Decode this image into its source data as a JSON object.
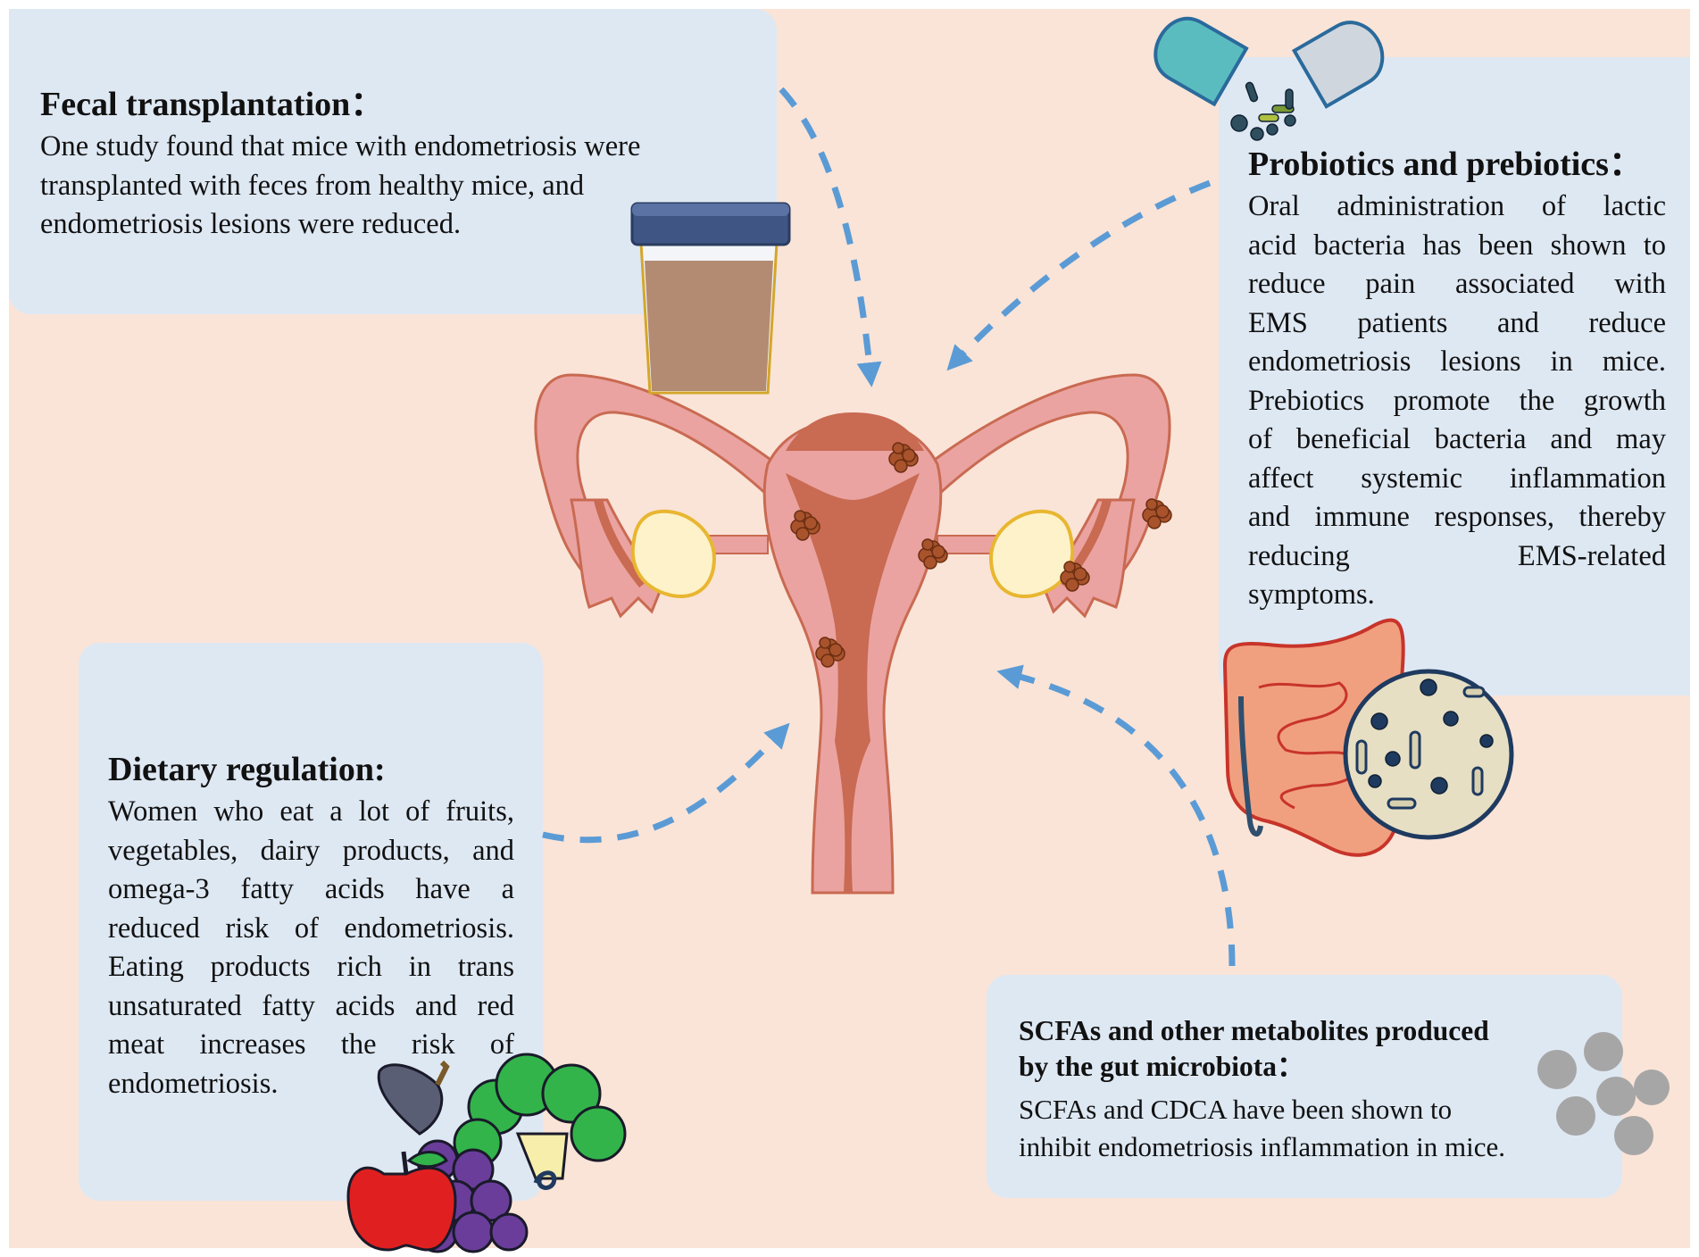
{
  "colors": {
    "background": "#fae4d7",
    "panel": "#dee8f3",
    "arrow": "#5b9bd5",
    "uterus_outer": "#eaa3a0",
    "uterus_inner": "#c96a52",
    "lesion": "#a8532b",
    "ovary": "#fdf2c9"
  },
  "fecal": {
    "title": "Fecal transplantation：",
    "lines": [
      "One study found that mice with endometriosis were",
      "transplanted with feces from healthy mice, and",
      "endometriosis lesions were reduced."
    ]
  },
  "probiotics": {
    "title": "Probiotics and prebiotics：",
    "lines": [
      "Oral administration of lactic",
      "acid bacteria has been shown to",
      "reduce pain associated with",
      "EMS patients and reduce",
      "endometriosis lesions in mice.",
      "Prebiotics promote the growth",
      "of beneficial bacteria and may",
      "affect systemic inflammation",
      "and immune responses, thereby",
      "reducing EMS-related",
      "symptoms."
    ]
  },
  "dietary": {
    "title": "Dietary regulation:",
    "lines": [
      "Women who eat a lot of fruits,",
      "vegetables, dairy products, and",
      "omega-3 fatty acids have a",
      "reduced risk of endometriosis.",
      "Eating products rich in trans",
      "unsaturated fatty acids and red",
      "meat increases the risk of",
      "endometriosis."
    ]
  },
  "scfa": {
    "title_lines": [
      "SCFAs and other metabolites produced",
      "by the gut microbiota："
    ],
    "lines": [
      "SCFAs and CDCA have been shown to",
      "inhibit endometriosis inflammation in mice."
    ]
  },
  "icons": [
    "stool-sample-cup-icon",
    "probiotic-capsule-icon",
    "uterus-illustration",
    "intestine-microbiota-icon",
    "fruit-vegetable-icon",
    "metabolite-dots-icon"
  ]
}
